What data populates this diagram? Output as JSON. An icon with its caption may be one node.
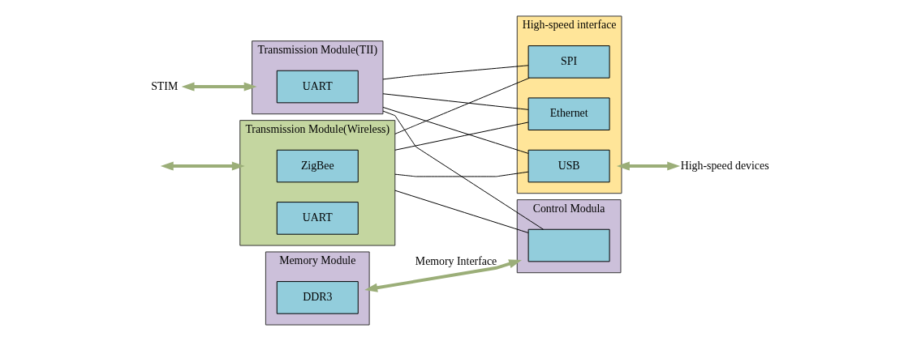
{
  "diagram": {
    "nodes": [
      {
        "text": [
          "Transmission Module(Wireless)"
        ]
      },
      {
        "text": [
          "ZigBee"
        ],
        "in": 0
      },
      {
        "text": [
          "UART"
        ],
        "in": 0
      },
      {
        "text": [
          "Transmission Module(TII)"
        ]
      },
      {
        "text": [
          "UART"
        ],
        "in": 3
      },
      {
        "text": [
          "High-speed interface"
        ]
      },
      {
        "text": [
          "USB"
        ],
        "in": 5
      },
      {
        "text": [
          "SPI"
        ],
        "in": 5
      },
      {
        "text": [
          "Ethernet"
        ],
        "in": 5
      },
      {
        "text": [
          "Memory Module"
        ]
      },
      {
        "text": [
          "DDR3"
        ],
        "in": 9
      },
      {
        "text": [
          "Control Modula"
        ]
      },
      {
        "text": [],
        "shape": "box",
        "in": 11
      },
      {
        "text": [
          "STIM"
        ]
      },
      {
        "text": [
          "High-speed devices"
        ]
      }
    ],
    "edges": [
      {
        "from": null,
        "to": 0,
        "arrow": "both",
        "style": "thick",
        "color": "#9bae78"
      },
      {
        "from": 13,
        "to": 3,
        "arrow": "both",
        "style": "thick",
        "color": "#9bae78"
      },
      {
        "from": 5,
        "to": 14,
        "arrow": "both",
        "style": "thick",
        "color": "#9bae78"
      },
      {
        "from": 9,
        "to": 11,
        "arrow": "both",
        "label": "Memory Interface",
        "style": "thick",
        "color": "#9bae78"
      },
      {
        "from": 0,
        "to": 6,
        "arrow": "none"
      },
      {
        "from": 0,
        "to": 7,
        "arrow": "none"
      },
      {
        "from": 0,
        "to": 8,
        "arrow": "none"
      },
      {
        "from": 0,
        "to": 12,
        "arrow": "none"
      },
      {
        "from": 3,
        "to": 6,
        "arrow": "none"
      },
      {
        "from": 3,
        "to": 7,
        "arrow": "none"
      },
      {
        "from": 3,
        "to": 8,
        "arrow": "none"
      },
      {
        "from": 3,
        "to": 12,
        "arrow": "none"
      }
    ]
  }
}
